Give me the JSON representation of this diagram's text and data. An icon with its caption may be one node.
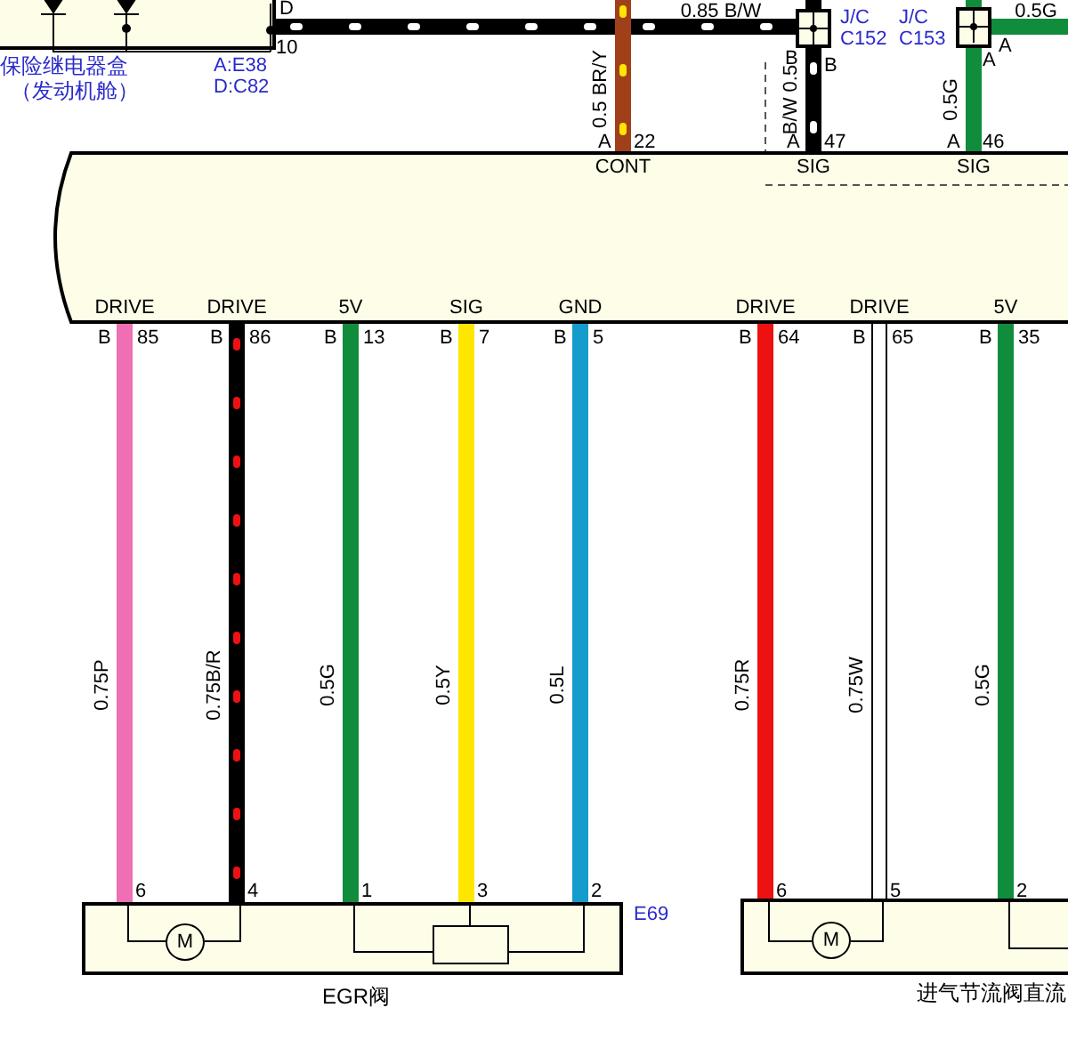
{
  "diagram": {
    "nodes": [
      {
        "text": [],
        "shape": "box",
        "beside": [
          "保险继电器盒",
          "（发动机舱）",
          "A:E38",
          "D:C82"
        ]
      },
      {
        "text": [],
        "shape": "box",
        "beside": [
          "J/C C152"
        ]
      },
      {
        "text": [],
        "shape": "box",
        "beside": [
          "J/C C153"
        ]
      },
      {
        "text": [
          "CONT",
          "SIG",
          "SIG",
          "DRIVE",
          "DRIVE",
          "5V",
          "SIG",
          "GND",
          "DRIVE",
          "DRIVE",
          "5V"
        ]
      },
      {
        "text": [
          "EGR阀"
        ],
        "beside": [
          "E69"
        ]
      },
      {
        "text": [
          "M"
        ],
        "in": 4
      },
      {
        "text": [],
        "shape": "box",
        "in": 4
      },
      {
        "text": [
          "进气节流阀直流"
        ]
      },
      {
        "text": [
          "M"
        ],
        "in": 7
      }
    ],
    "edges": [
      {
        "from": 0,
        "to": 1,
        "arrow": "none",
        "label": "0.85 B/W",
        "color": "#000000"
      },
      {
        "from": null,
        "to": 3,
        "arrow": "none",
        "label": "0.5 BR/Y",
        "color": "#a0401a"
      },
      {
        "from": null,
        "to": 1,
        "arrow": "none",
        "color": "#000000"
      },
      {
        "from": 1,
        "to": 3,
        "arrow": "none",
        "label": "B/W 0.5",
        "color": "#000000"
      },
      {
        "from": null,
        "to": 2,
        "arrow": "none",
        "color": "#118c3c"
      },
      {
        "from": 2,
        "to": null,
        "arrow": "none",
        "label": "0.5G",
        "color": "#118c3c"
      },
      {
        "from": 2,
        "to": 3,
        "arrow": "none",
        "label": "0.5G",
        "color": "#118c3c"
      },
      {
        "from": 3,
        "to": 4,
        "arrow": "none",
        "label": "0.75P",
        "color": "#f06eb4"
      },
      {
        "from": 3,
        "to": 4,
        "arrow": "none",
        "label": "0.75B/R",
        "color": "#000000"
      },
      {
        "from": 3,
        "to": 4,
        "arrow": "none",
        "label": "0.5G",
        "color": "#118c3c"
      },
      {
        "from": 3,
        "to": 4,
        "arrow": "none",
        "label": "0.5Y",
        "color": "#ffe600"
      },
      {
        "from": 3,
        "to": 4,
        "arrow": "none",
        "label": "0.5L",
        "color": "#159ccc"
      },
      {
        "from": 3,
        "to": 7,
        "arrow": "none",
        "label": "0.75R",
        "color": "#ee1111"
      },
      {
        "from": 3,
        "to": 7,
        "arrow": "none",
        "label": "0.75W",
        "color": "#ffffff"
      },
      {
        "from": 3,
        "to": 7,
        "arrow": "none",
        "label": "0.5G",
        "color": "#118c3c"
      }
    ],
    "labels": [
      "D",
      "10",
      "A",
      "22",
      "B",
      "B",
      "A",
      "47",
      "A",
      "A",
      "A",
      "46",
      "B",
      "85",
      "B",
      "86",
      "B",
      "13",
      "B",
      "7",
      "B",
      "5",
      "B",
      "64",
      "B",
      "65",
      "B",
      "35",
      "6",
      "4",
      "1",
      "3",
      "2",
      "6",
      "5",
      "2"
    ]
  }
}
